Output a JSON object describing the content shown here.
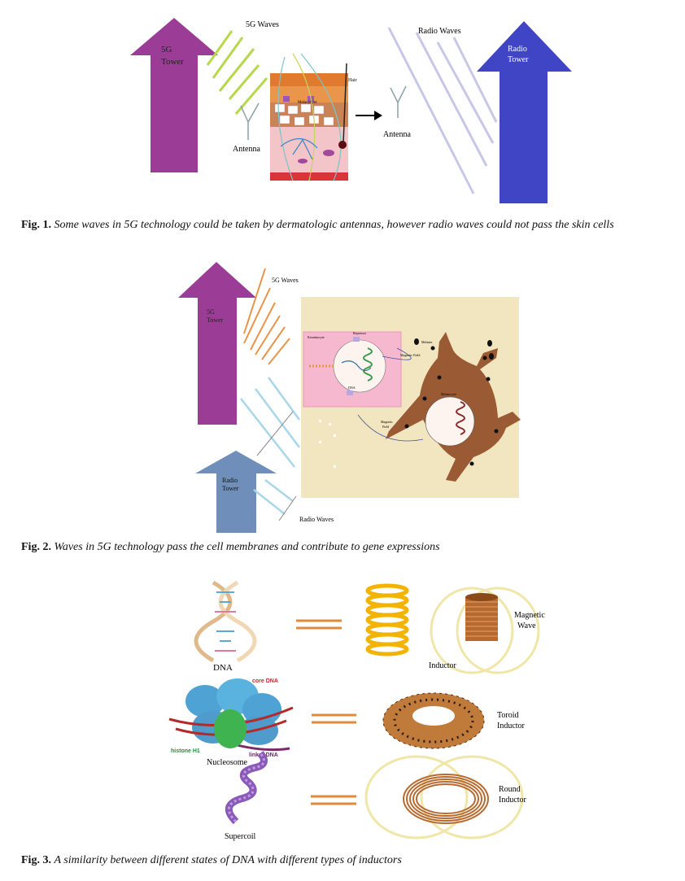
{
  "figure1": {
    "tower_5g": "5G\nTower",
    "waves_5g": "5G Waves",
    "radio_waves": "Radio Waves",
    "radio_tower": "Radio\nTower",
    "antenna_left": "Antenna",
    "antenna_right": "Antenna",
    "hair": "Hair",
    "melanocyte": "Melanocyte",
    "caption_num": "Fig. 1.",
    "caption_text": "Some waves in 5G technology could be taken by dermatologic antennas, however radio waves could not pass the skin cells",
    "colors": {
      "tower_5g": "#9b3d96",
      "radio_tower": "#3f45c4",
      "wave_5g": "#b7d84b",
      "radio_wave": "#c9c7e8"
    }
  },
  "figure2": {
    "waves_5g": "5G Waves",
    "tower_5g": "5G\nTower",
    "radio_tower": "Radio\nTower",
    "radio_waves": "Radio Waves",
    "keratinocyte": "Keratinocyte",
    "melanocyte": "Melanocyte",
    "magnetic_field": "Magnetic Field",
    "magnetic_field2": "Magnetic\nField",
    "repressor": "Repressor",
    "dna": "DNA",
    "melanin": "Melanin",
    "caption_num": "Fig. 2.",
    "caption_text": "Waves in 5G technology pass the cell membranes and contribute to gene expressions",
    "colors": {
      "tower_5g": "#9b3d96",
      "radio_tower": "#6f8fba",
      "wave_5g": "#e8944a",
      "radio_wave": "#a9d6e8",
      "background": "#f1e6bf",
      "keratinocyte": "#f6b8cf",
      "melanocyte": "#9a5a33"
    }
  },
  "figure3": {
    "dna": "DNA",
    "inductor": "Inductor",
    "magnetic_wave": "Magnetic\nWave",
    "core_dna": "core DNA",
    "histone": "histone H1",
    "linker": "linker DNA",
    "nucleosome": "Nucleosome",
    "toroid": "Toroid\nInductor",
    "supercoil": "Supercoil",
    "round": "Round\nInductor",
    "caption_num": "Fig. 3.",
    "caption_text": "A similarity between different states of DNA with different types of inductors",
    "colors": {
      "equals": "#e08a3c",
      "coil": "#b86a2e",
      "spring": "#f2b400",
      "ring": "#f0e6a8"
    }
  }
}
